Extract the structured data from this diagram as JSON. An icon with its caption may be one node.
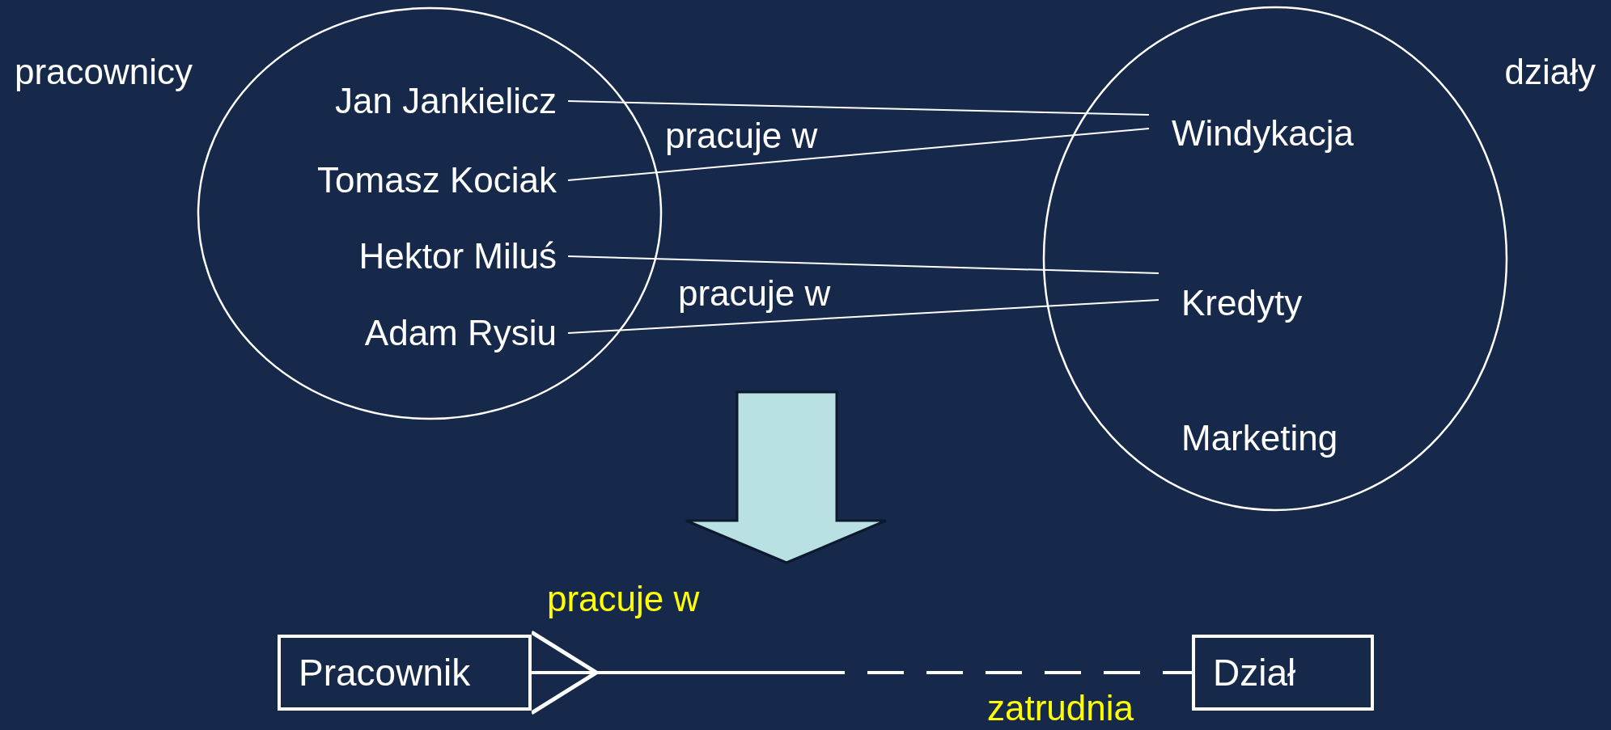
{
  "diagram": {
    "nodes": [
      {
        "text": [
          "pracownicy"
        ]
      },
      {
        "text": [
          "Jan Jankielicz"
        ],
        "in": 0
      },
      {
        "text": [
          "Tomasz Kociak"
        ],
        "in": 0
      },
      {
        "text": [
          "Hektor Miluś"
        ],
        "in": 0
      },
      {
        "text": [
          "Adam Rysiu"
        ],
        "in": 0
      },
      {
        "text": [
          "działy"
        ]
      },
      {
        "text": [
          "Windykacja"
        ],
        "in": 5
      },
      {
        "text": [
          "Kredyty"
        ],
        "in": 5
      },
      {
        "text": [
          "Marketing"
        ],
        "in": 5
      },
      {
        "text": [
          "Pracownik"
        ]
      },
      {
        "text": [
          "Dział"
        ]
      }
    ],
    "edges": [
      {
        "from": 1,
        "to": 6,
        "arrow": "none"
      },
      {
        "from": 2,
        "to": 6,
        "arrow": "none",
        "label": "pracuje w"
      },
      {
        "from": 3,
        "to": 7,
        "arrow": "none"
      },
      {
        "from": 4,
        "to": 7,
        "arrow": "none",
        "label": "pracuje w"
      },
      {
        "from": 9,
        "to": 10,
        "arrow": "other",
        "label": "pracuje w",
        "style": "dashed"
      }
    ],
    "labels": [
      "zatrudnia"
    ]
  }
}
